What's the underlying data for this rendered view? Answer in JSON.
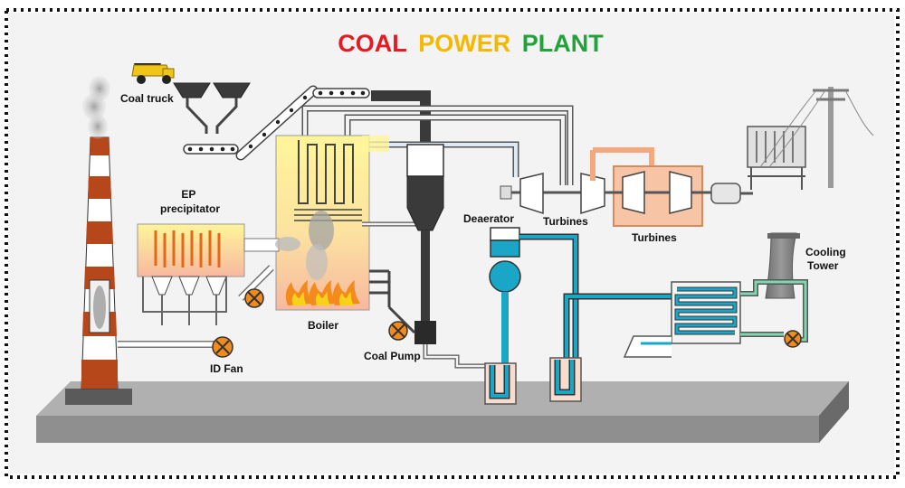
{
  "title": {
    "part1": "COAL",
    "part2": "POWER",
    "part3": "PLANT",
    "colors": {
      "part1": "#e31b23",
      "part2": "#f5b800",
      "part3": "#22a33a"
    }
  },
  "labels": {
    "coal_truck": "Coal truck",
    "ep_line1": "EP",
    "ep_line2": "precipitator",
    "boiler": "Boiler",
    "deaerator": "Deaerator",
    "turbines_hp": "Turbines",
    "turbines_lp": "Turbines",
    "cooling_line1": "Cooling",
    "cooling_line2": "Tower",
    "id_fan": "ID Fan",
    "coal_pump": "Coal Pump"
  },
  "colors": {
    "water_pipe": "#1aa7c7",
    "cooling_pipe": "#7fd6b0",
    "turbine_casing": "#f5a77e",
    "boiler_fill_top": "#fff59a",
    "boiler_fill_bottom": "#f7b8a0",
    "ground": "#a8a8a8",
    "chimney_red": "#b5471b"
  }
}
